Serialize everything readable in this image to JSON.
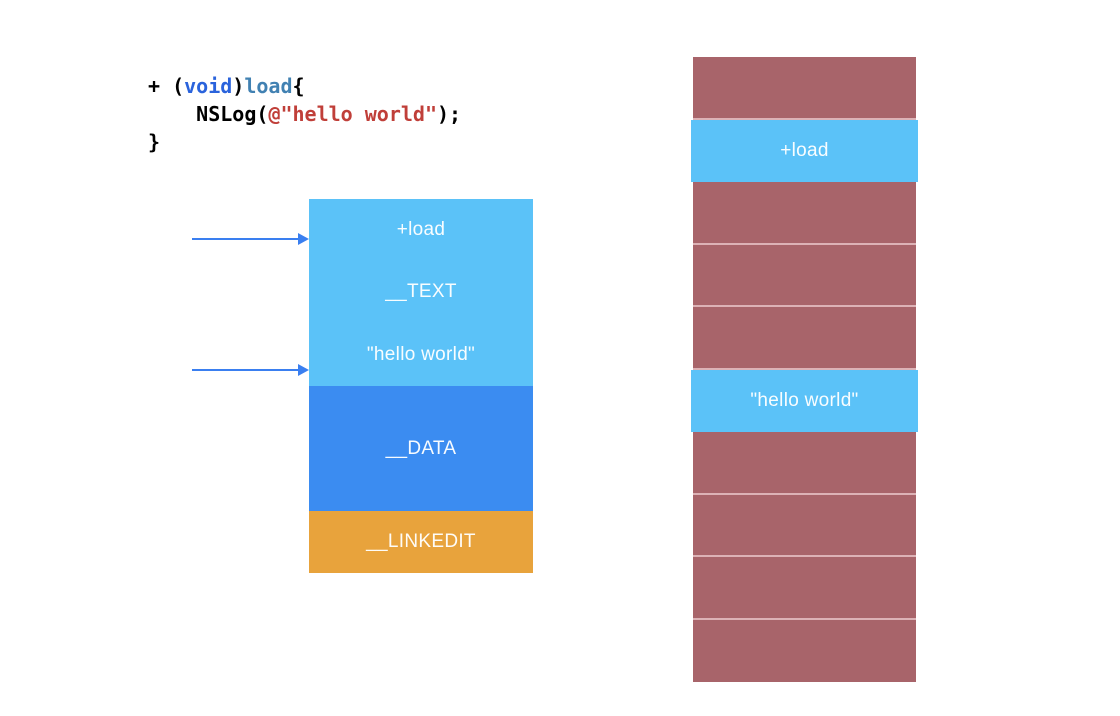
{
  "code_snippet": {
    "language": "objective-c",
    "colors": {
      "plain": "#000000",
      "keyword": "#2a63dc",
      "method": "#4181b2",
      "string": "#c03f39"
    },
    "lines": [
      {
        "segments": [
          {
            "style": "plain",
            "text": "+ ("
          },
          {
            "style": "keyword",
            "text": "void"
          },
          {
            "style": "plain",
            "text": ")"
          },
          {
            "style": "method",
            "text": "load"
          },
          {
            "style": "plain",
            "text": "{"
          }
        ]
      },
      {
        "segments": [
          {
            "style": "plain",
            "text": "    NSLog("
          },
          {
            "style": "string",
            "text": "@\"hello world\""
          },
          {
            "style": "plain",
            "text": ");"
          }
        ]
      },
      {
        "segments": [
          {
            "style": "plain",
            "text": "}"
          }
        ]
      }
    ]
  },
  "macho_diagram": {
    "sections": [
      {
        "id": "text-segment",
        "color": "#5bc2f8",
        "height": 187,
        "labels": [
          "+load",
          "__TEXT",
          "\"hello world\""
        ]
      },
      {
        "id": "data-segment",
        "color": "#3b8cf1",
        "height": 125,
        "labels": [
          "__DATA"
        ]
      },
      {
        "id": "linkedit-segment",
        "color": "#e8a33c",
        "height": 62,
        "labels": [
          "__LINKEDIT"
        ]
      }
    ]
  },
  "arrows": {
    "color": "#3a7ff0"
  },
  "memory_diagram": {
    "colors": {
      "page": "#a8646a",
      "highlight": "#5bc2f8",
      "separator": "#dcb2b6"
    },
    "rows": [
      {
        "type": "page",
        "label": ""
      },
      {
        "type": "highlight",
        "label": "+load"
      },
      {
        "type": "page",
        "label": ""
      },
      {
        "type": "page",
        "label": ""
      },
      {
        "type": "page",
        "label": ""
      },
      {
        "type": "highlight",
        "label": "\"hello world\""
      },
      {
        "type": "page",
        "label": ""
      },
      {
        "type": "page",
        "label": ""
      },
      {
        "type": "page",
        "label": ""
      },
      {
        "type": "page",
        "label": ""
      }
    ]
  }
}
